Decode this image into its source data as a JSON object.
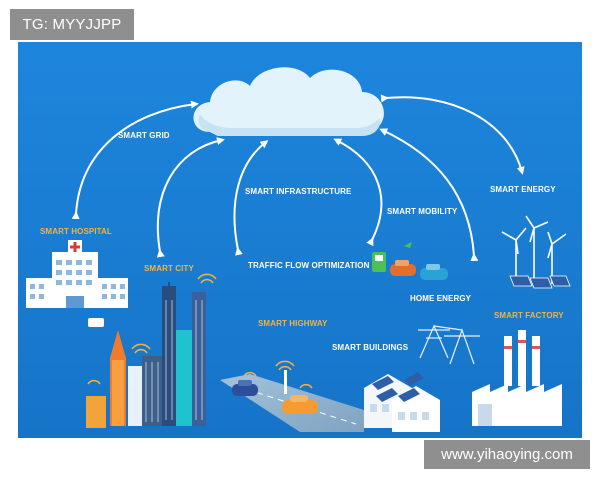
{
  "watermark": {
    "tag": "TG: MYYJJPP",
    "url": "www.yihaoying.com"
  },
  "labels": {
    "smart_grid": "SMART GRID",
    "smart_infrastructure": "SMART INFRASTRUCTURE",
    "smart_mobility": "SMART MOBILITY",
    "smart_energy": "SMART ENERGY",
    "smart_hospital": "SMART HOSPITAL",
    "smart_city": "SMART CITY",
    "traffic_flow": "TRAFFIC FLOW OPTIMIZATION",
    "home_energy": "HOME ENERGY",
    "smart_highway": "SMART HIGHWAY",
    "smart_buildings": "SMART BUILDINGS",
    "smart_factory": "SMART FACTORY"
  },
  "colors": {
    "background": "#1a7fd6",
    "cloud": "#dff1fb",
    "accent_orange": "#f6b23c",
    "label_white": "#ffffff"
  }
}
